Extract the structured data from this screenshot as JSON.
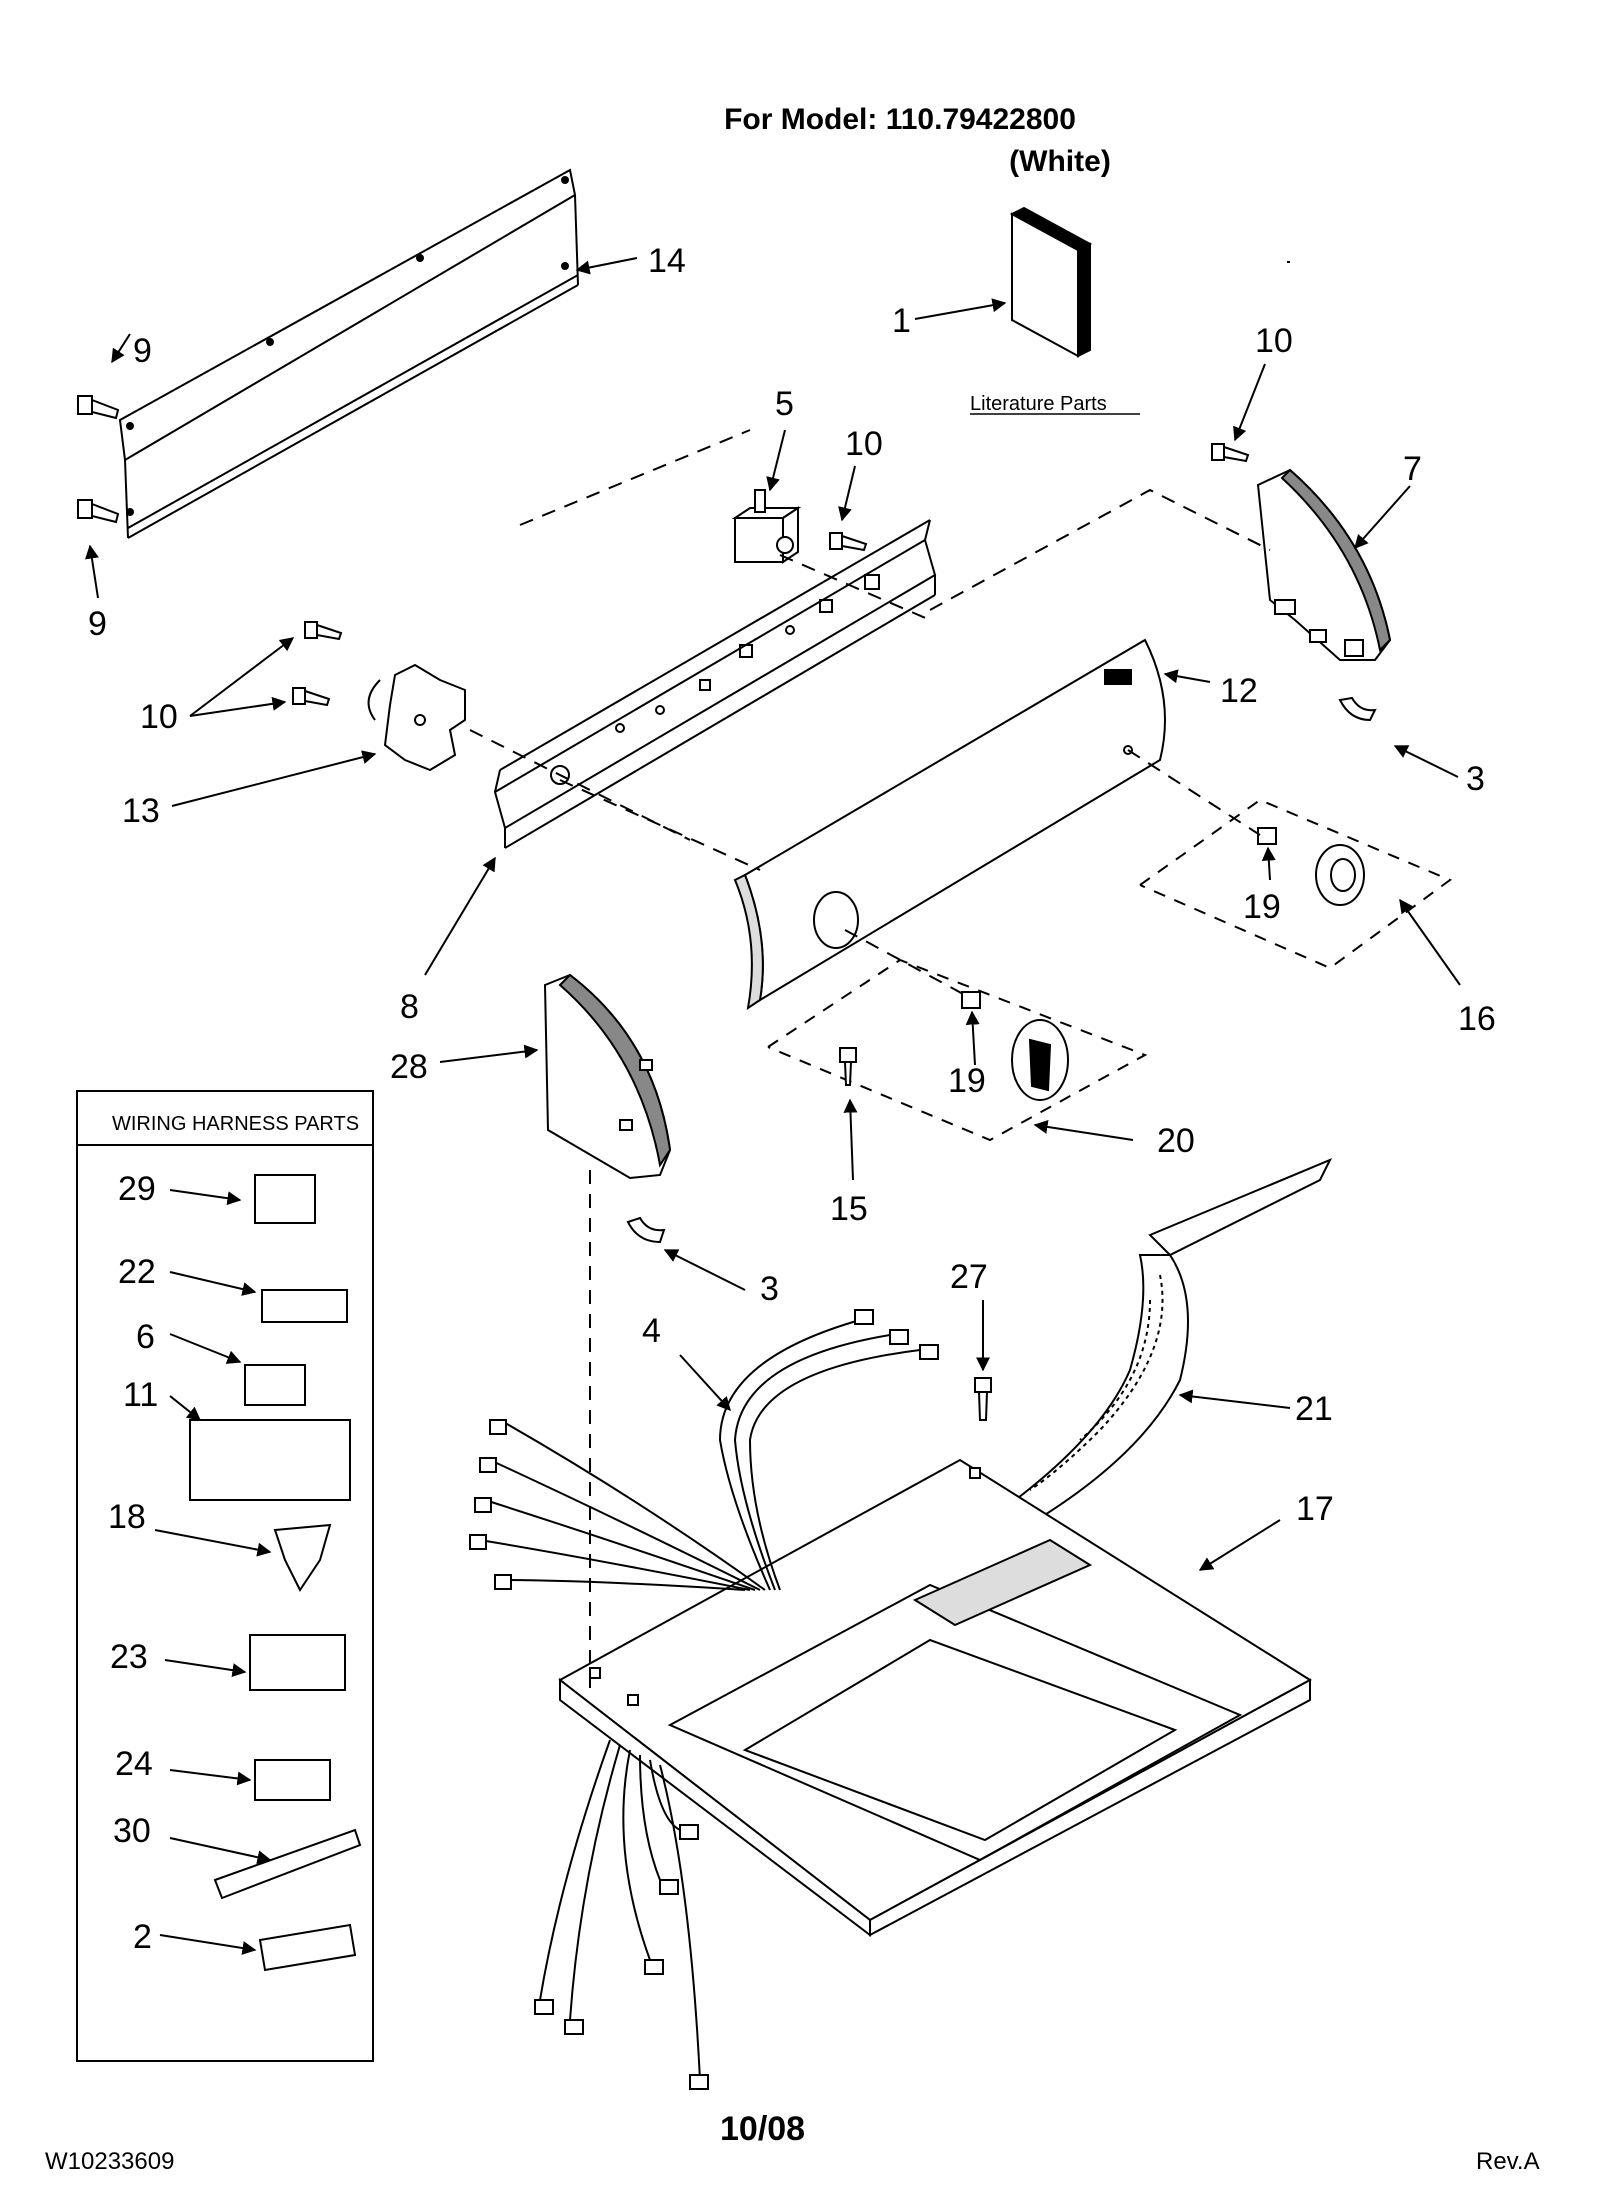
{
  "header": {
    "model_line": "For Model: 110.79422800",
    "color_line": "(White)"
  },
  "literature_label": "Literature Parts",
  "wiring_box_title": "WIRING HARNESS PARTS",
  "callouts": [
    "1",
    "2",
    "3",
    "3",
    "4",
    "5",
    "6",
    "7",
    "8",
    "9",
    "9",
    "10",
    "10",
    "10",
    "11",
    "12",
    "13",
    "14",
    "15",
    "16",
    "17",
    "18",
    "19",
    "19",
    "20",
    "21",
    "22",
    "23",
    "24",
    "27",
    "28",
    "29",
    "30"
  ],
  "footer": {
    "doc_number": "W10233609",
    "date": "10/08",
    "revision": "Rev.A"
  }
}
